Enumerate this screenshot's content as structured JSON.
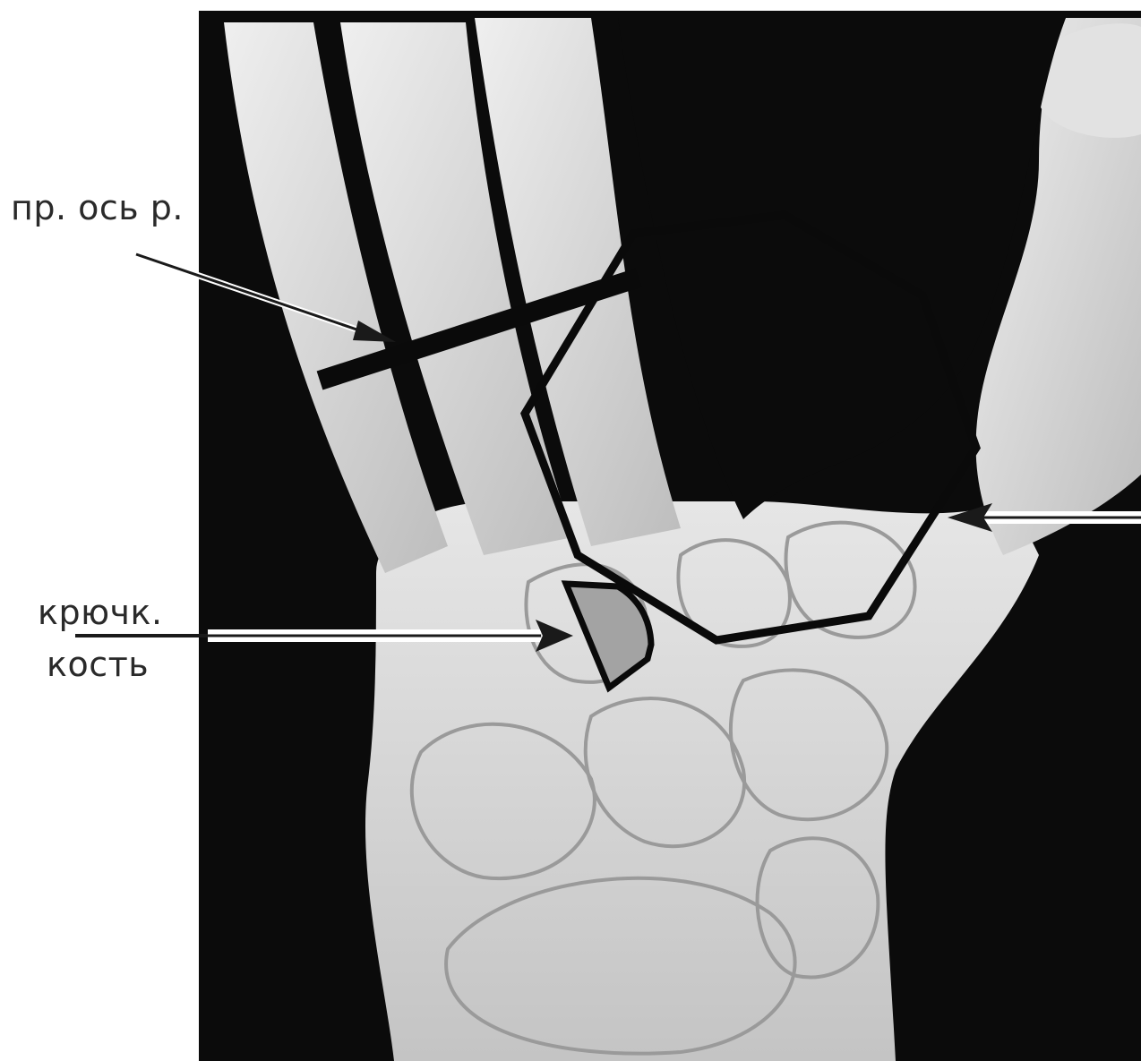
{
  "labels": {
    "axis": "пр. ось р.",
    "hook_line1": "крючк.",
    "hook_line2": "кость"
  },
  "colors": {
    "background": "#0b0b0b",
    "bone": "#d9d9d9",
    "outline": "#0a0a0a",
    "hamate_highlight": "#a3a3a3"
  }
}
